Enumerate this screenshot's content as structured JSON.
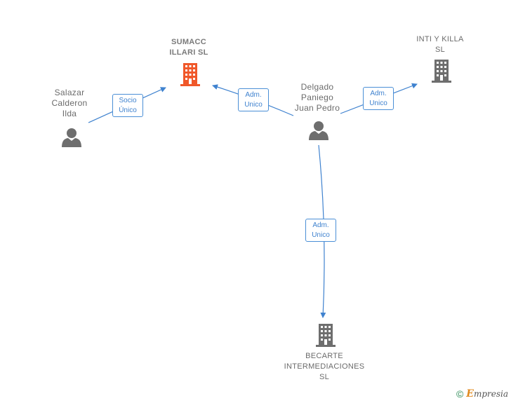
{
  "nodes": {
    "sumacc": {
      "name": "SUMACC\nILLARI  SL",
      "type": "company",
      "color": "#f0582a"
    },
    "inti": {
      "name": "INTI Y KILLA\nSL",
      "type": "company",
      "color": "#6e6e6e"
    },
    "becarte": {
      "name": "BECARTE\nINTERMEDIACIONES\nSL",
      "type": "company",
      "color": "#6e6e6e"
    },
    "salazar": {
      "name": "Salazar\nCalderon\nIlda",
      "type": "person",
      "color": "#6e6e6e"
    },
    "delgado": {
      "name": "Delgado\nPaniego\nJuan Pedro",
      "type": "person",
      "color": "#6e6e6e"
    }
  },
  "edges": [
    {
      "id": "salazar-sumacc",
      "from": "salazar",
      "to": "sumacc",
      "label": "Socio\nÚnico"
    },
    {
      "id": "delgado-sumacc",
      "from": "delgado",
      "to": "sumacc",
      "label": "Adm.\nUnico"
    },
    {
      "id": "delgado-inti",
      "from": "delgado",
      "to": "inti",
      "label": "Adm.\nUnico"
    },
    {
      "id": "delgado-becarte",
      "from": "delgado",
      "to": "becarte",
      "label": "Adm.\nUnico"
    }
  ],
  "edge_color": "#3f82cf",
  "footer": {
    "copyright_symbol": "©",
    "brand_initial": "E",
    "brand_rest": "mpresia"
  }
}
